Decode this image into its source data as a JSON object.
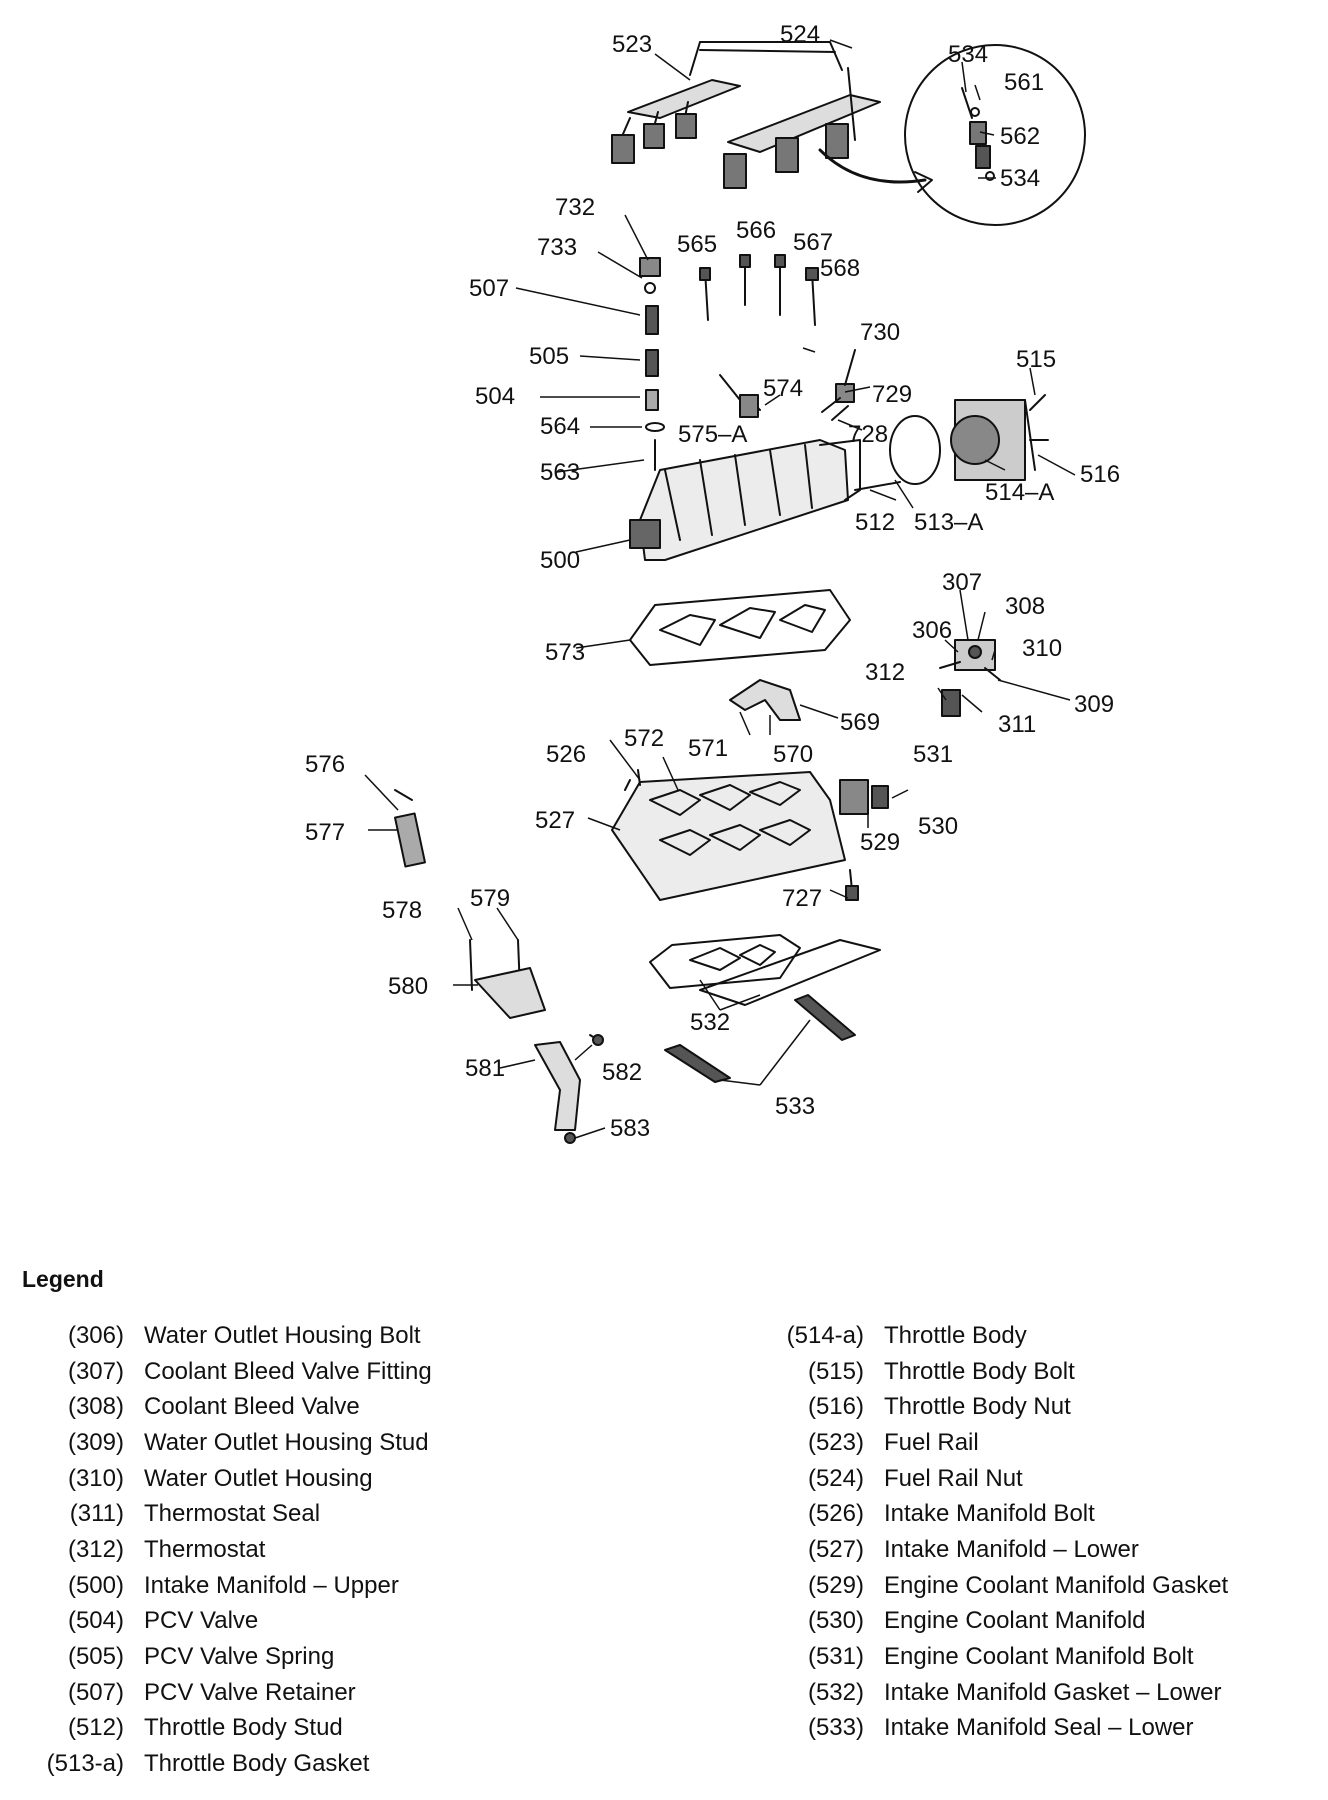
{
  "callouts": [
    {
      "id": "c523",
      "label": "523"
    },
    {
      "id": "c524",
      "label": "524"
    },
    {
      "id": "c534a",
      "label": "534"
    },
    {
      "id": "c561",
      "label": "561"
    },
    {
      "id": "c562",
      "label": "562"
    },
    {
      "id": "c534b",
      "label": "534"
    },
    {
      "id": "c732",
      "label": "732"
    },
    {
      "id": "c733",
      "label": "733"
    },
    {
      "id": "c565",
      "label": "565"
    },
    {
      "id": "c566",
      "label": "566"
    },
    {
      "id": "c567",
      "label": "567"
    },
    {
      "id": "c568",
      "label": "568"
    },
    {
      "id": "c507",
      "label": "507"
    },
    {
      "id": "c730",
      "label": "730"
    },
    {
      "id": "c505",
      "label": "505"
    },
    {
      "id": "c515",
      "label": "515"
    },
    {
      "id": "c574",
      "label": "574"
    },
    {
      "id": "c729",
      "label": "729"
    },
    {
      "id": "c504",
      "label": "504"
    },
    {
      "id": "c564",
      "label": "564"
    },
    {
      "id": "c575a",
      "label": "575–A"
    },
    {
      "id": "c728",
      "label": "728"
    },
    {
      "id": "c516",
      "label": "516"
    },
    {
      "id": "c563",
      "label": "563"
    },
    {
      "id": "c514a",
      "label": "514–A"
    },
    {
      "id": "c512",
      "label": "512"
    },
    {
      "id": "c513a",
      "label": "513–A"
    },
    {
      "id": "c500",
      "label": "500"
    },
    {
      "id": "c307",
      "label": "307"
    },
    {
      "id": "c308",
      "label": "308"
    },
    {
      "id": "c306",
      "label": "306"
    },
    {
      "id": "c310",
      "label": "310"
    },
    {
      "id": "c573",
      "label": "573"
    },
    {
      "id": "c312",
      "label": "312"
    },
    {
      "id": "c309",
      "label": "309"
    },
    {
      "id": "c311",
      "label": "311"
    },
    {
      "id": "c569",
      "label": "569"
    },
    {
      "id": "c571",
      "label": "571"
    },
    {
      "id": "c572",
      "label": "572"
    },
    {
      "id": "c570",
      "label": "570"
    },
    {
      "id": "c576",
      "label": "576"
    },
    {
      "id": "c526",
      "label": "526"
    },
    {
      "id": "c531",
      "label": "531"
    },
    {
      "id": "c527",
      "label": "527"
    },
    {
      "id": "c530",
      "label": "530"
    },
    {
      "id": "c577",
      "label": "577"
    },
    {
      "id": "c529",
      "label": "529"
    },
    {
      "id": "c727",
      "label": "727"
    },
    {
      "id": "c579",
      "label": "579"
    },
    {
      "id": "c578",
      "label": "578"
    },
    {
      "id": "c580",
      "label": "580"
    },
    {
      "id": "c532",
      "label": "532"
    },
    {
      "id": "c581",
      "label": "581"
    },
    {
      "id": "c582",
      "label": "582"
    },
    {
      "id": "c533",
      "label": "533"
    },
    {
      "id": "c583",
      "label": "583"
    }
  ],
  "legend": {
    "title": "Legend",
    "left": [
      {
        "code": "(306)",
        "name": "Water Outlet Housing Bolt"
      },
      {
        "code": "(307)",
        "name": "Coolant Bleed Valve Fitting"
      },
      {
        "code": "(308)",
        "name": "Coolant Bleed Valve"
      },
      {
        "code": "(309)",
        "name": "Water Outlet Housing Stud"
      },
      {
        "code": "(310)",
        "name": "Water Outlet Housing"
      },
      {
        "code": "(311)",
        "name": "Thermostat Seal"
      },
      {
        "code": "(312)",
        "name": "Thermostat"
      },
      {
        "code": "(500)",
        "name": "Intake Manifold – Upper"
      },
      {
        "code": "(504)",
        "name": "PCV Valve"
      },
      {
        "code": "(505)",
        "name": "PCV Valve Spring"
      },
      {
        "code": "(507)",
        "name": "PCV Valve Retainer"
      },
      {
        "code": "(512)",
        "name": "Throttle Body Stud"
      },
      {
        "code": "(513-a)",
        "name": "Throttle Body Gasket"
      }
    ],
    "right": [
      {
        "code": "(514-a)",
        "name": "Throttle Body"
      },
      {
        "code": "(515)",
        "name": "Throttle Body Bolt"
      },
      {
        "code": "(516)",
        "name": "Throttle Body Nut"
      },
      {
        "code": "(523)",
        "name": "Fuel Rail"
      },
      {
        "code": "(524)",
        "name": "Fuel Rail Nut"
      },
      {
        "code": "(526)",
        "name": "Intake Manifold Bolt"
      },
      {
        "code": "(527)",
        "name": "Intake Manifold – Lower"
      },
      {
        "code": "(529)",
        "name": "Engine Coolant Manifold Gasket"
      },
      {
        "code": "(530)",
        "name": "Engine Coolant Manifold"
      },
      {
        "code": "(531)",
        "name": "Engine Coolant Manifold Bolt"
      },
      {
        "code": "(532)",
        "name": "Intake Manifold Gasket – Lower"
      },
      {
        "code": "(533)",
        "name": "Intake Manifold Seal – Lower"
      }
    ]
  }
}
